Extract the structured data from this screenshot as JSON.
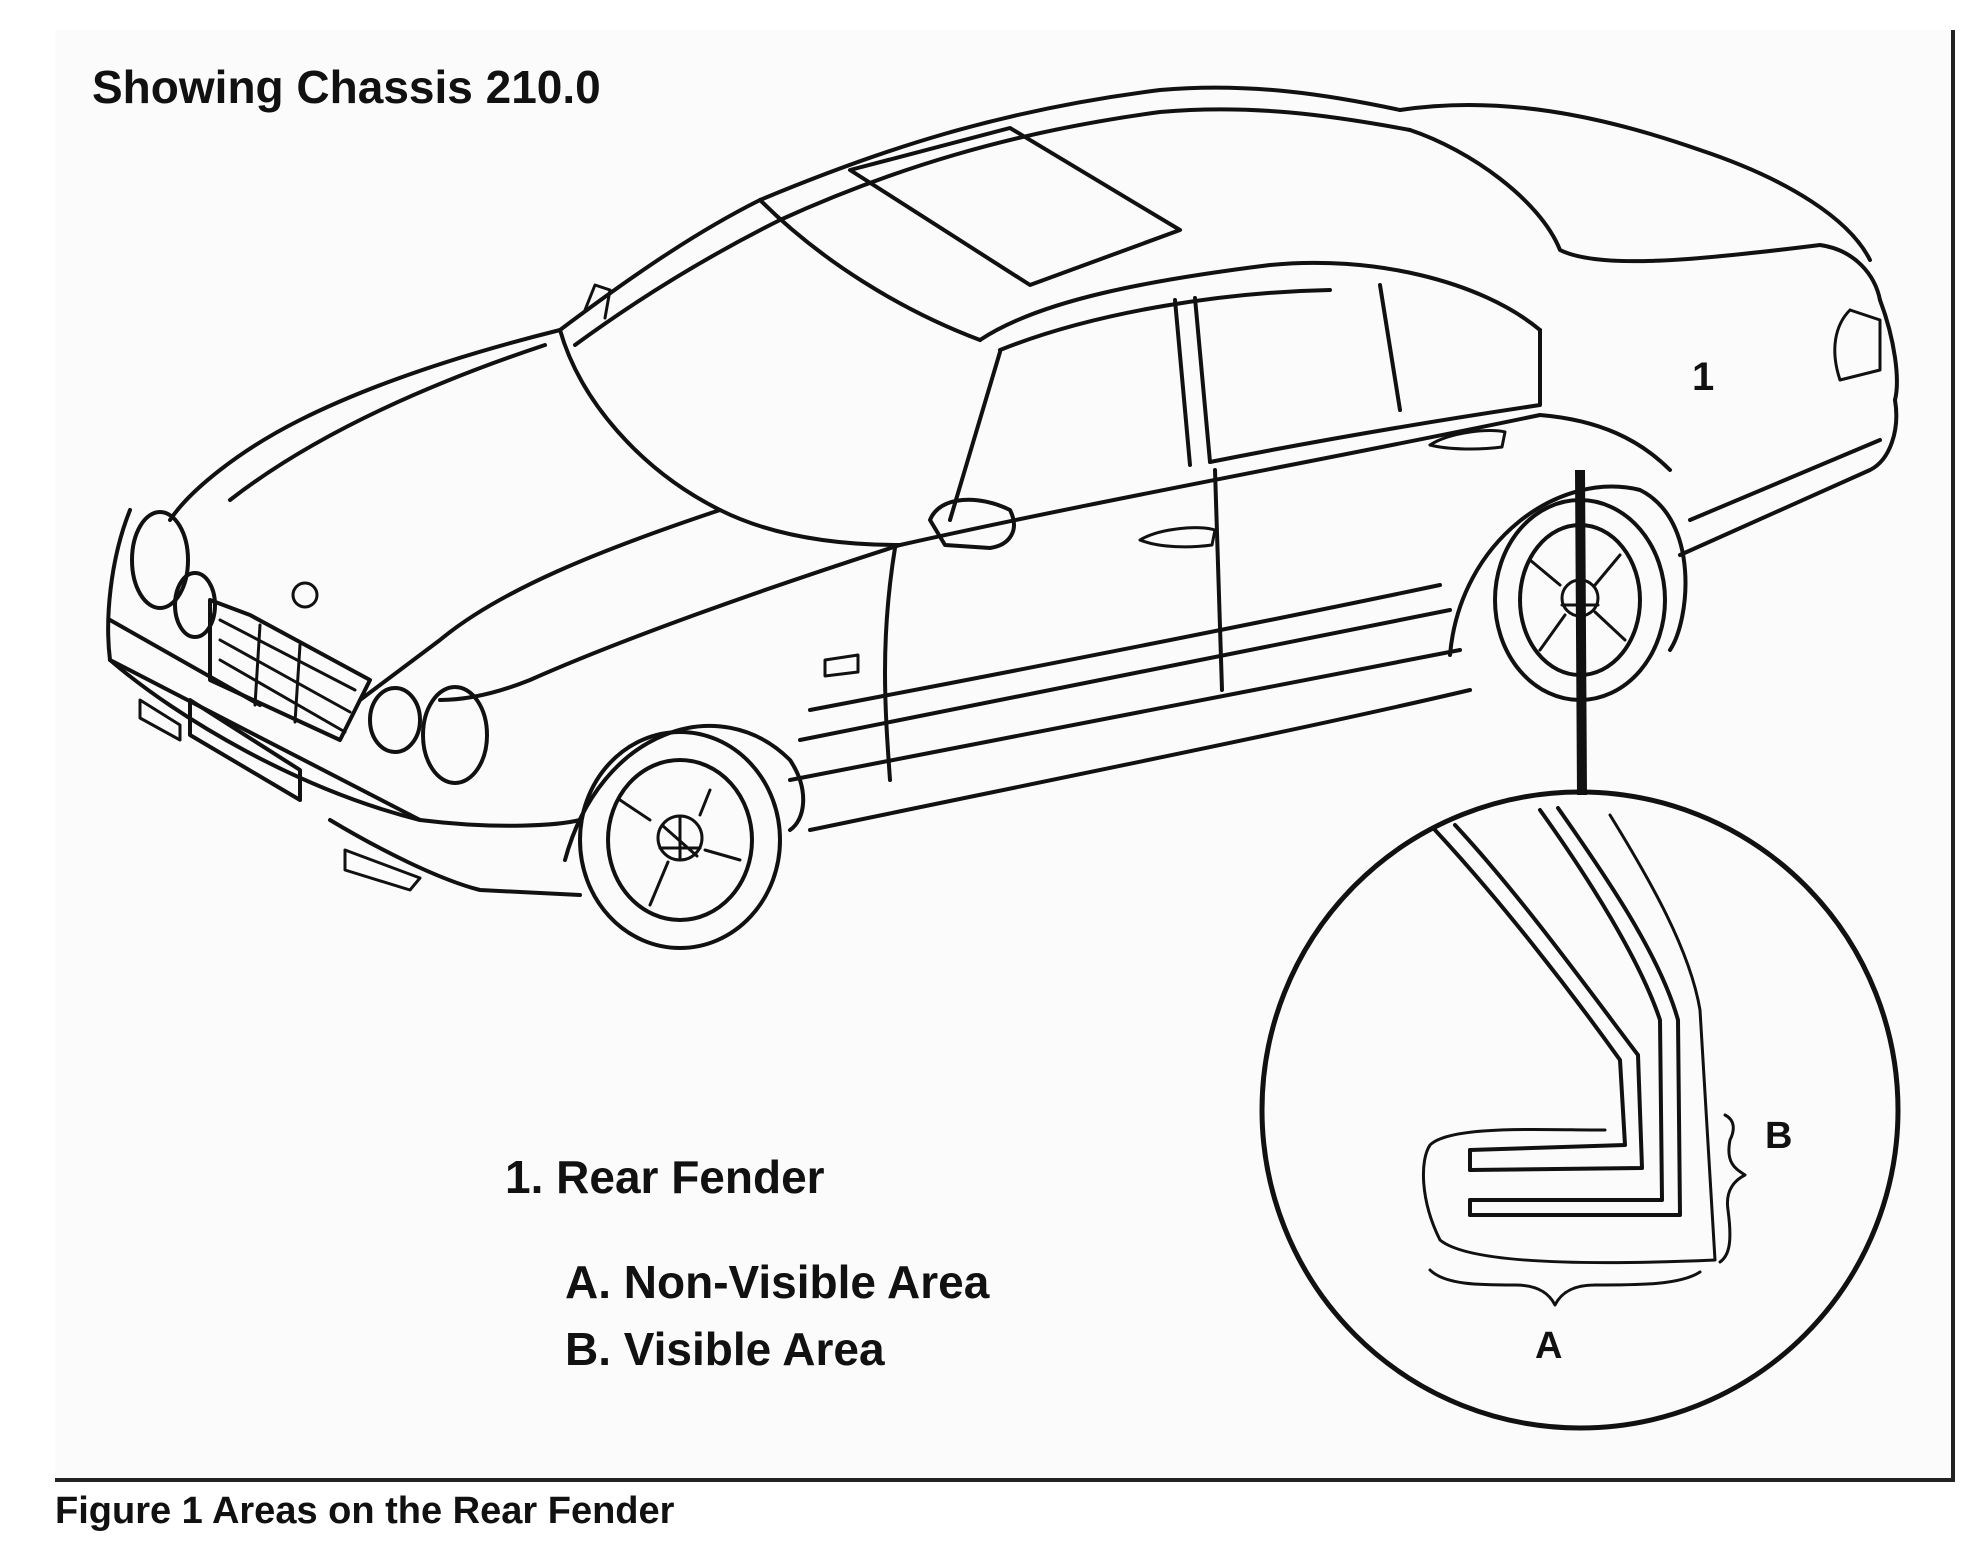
{
  "diagram": {
    "title": "Showing Chassis 210.0",
    "callouts": {
      "part": "1",
      "a": "A",
      "b": "B"
    },
    "legend": {
      "item1": "1. Rear Fender",
      "itemA": "A. Non-Visible Area",
      "itemB": "B. Visible Area"
    }
  },
  "caption": "Figure 1 Areas on the Rear Fender",
  "colors": {
    "line": "#111111",
    "background": "#fbfbfb",
    "page": "#ffffff"
  }
}
